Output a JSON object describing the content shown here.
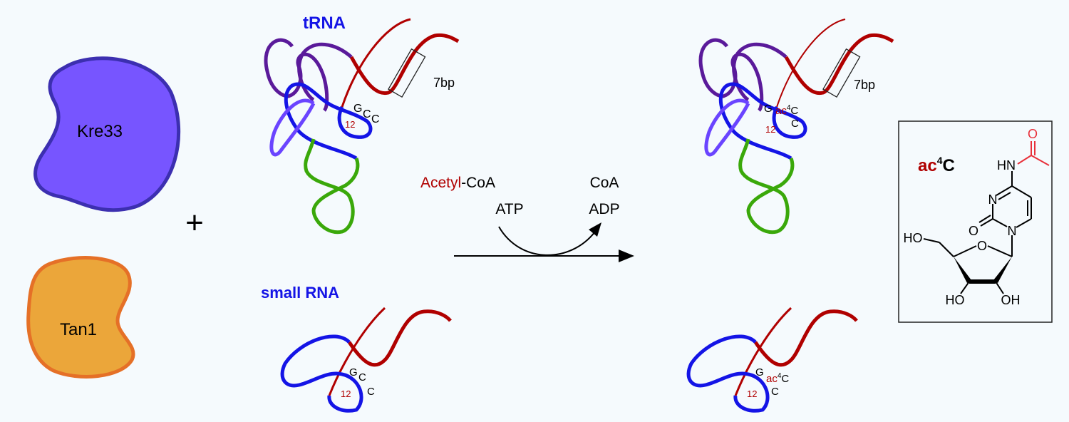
{
  "enzymes": [
    {
      "label": "Kre33",
      "fill": "#7755ff",
      "stroke": "#3c2fb0"
    },
    {
      "label": "Tan1",
      "fill": "#eba63a",
      "stroke": "#e57027"
    }
  ],
  "plus": "+",
  "substrates": {
    "trna_label": "tRNA",
    "small_rna_label": "small RNA",
    "label_color": "#1414e6",
    "stem_label": "7bp",
    "position": "12",
    "bases_before": [
      "G",
      "C",
      "C"
    ],
    "bases_after": {
      "g": "G",
      "ac": "ac",
      "sup": "4",
      "c1": "C",
      "c2": "C"
    }
  },
  "reaction": {
    "acetyl": "Acetyl",
    "coa_suffix": "-CoA",
    "atp": "ATP",
    "coa": "CoA",
    "adp": "ADP"
  },
  "structure": {
    "title_ac": "ac",
    "title_sup": "4",
    "title_c": "C",
    "atoms": {
      "hn": "HN",
      "n3": "N",
      "n1": "N",
      "o2": "O",
      "o4p": "O",
      "o_acetyl": "O",
      "ho5": "HO",
      "ho3": "HO",
      "oh2": "OH"
    }
  },
  "colors": {
    "red": "#b00000",
    "blue": "#1414e6",
    "purple": "#5a1a9a",
    "violet": "#6a44ff",
    "green": "#3aa80a",
    "acetyl": "#e8303a"
  }
}
